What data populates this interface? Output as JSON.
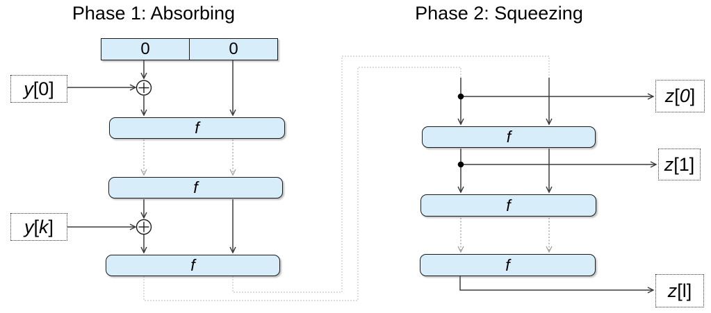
{
  "titles": {
    "phase1": "Phase 1: Absorbing",
    "phase2": "Phase 2: Squeezing"
  },
  "state_register": {
    "cells": [
      "0",
      "0"
    ]
  },
  "function_label": "f",
  "inputs": {
    "y0": {
      "var": "y",
      "index": "[0]"
    },
    "yk": {
      "var": "y",
      "open": "[",
      "index": "k",
      "close": "]"
    }
  },
  "outputs": {
    "z0": {
      "var": "z",
      "open": "[",
      "index": "0",
      "close": "]"
    },
    "z1": {
      "var": "z",
      "index": "[1]"
    },
    "zl": {
      "var": "z",
      "index": "[l]"
    }
  },
  "symbols": {
    "xor": "⊕"
  },
  "colors": {
    "box_fill": "#d7edf9",
    "box_border": "#1a1a1a",
    "solid_line": "#3a3a3a",
    "dashed_line": "#9a9a9a",
    "feedback_line": "#c8c8c8",
    "label_text": "#000000"
  }
}
